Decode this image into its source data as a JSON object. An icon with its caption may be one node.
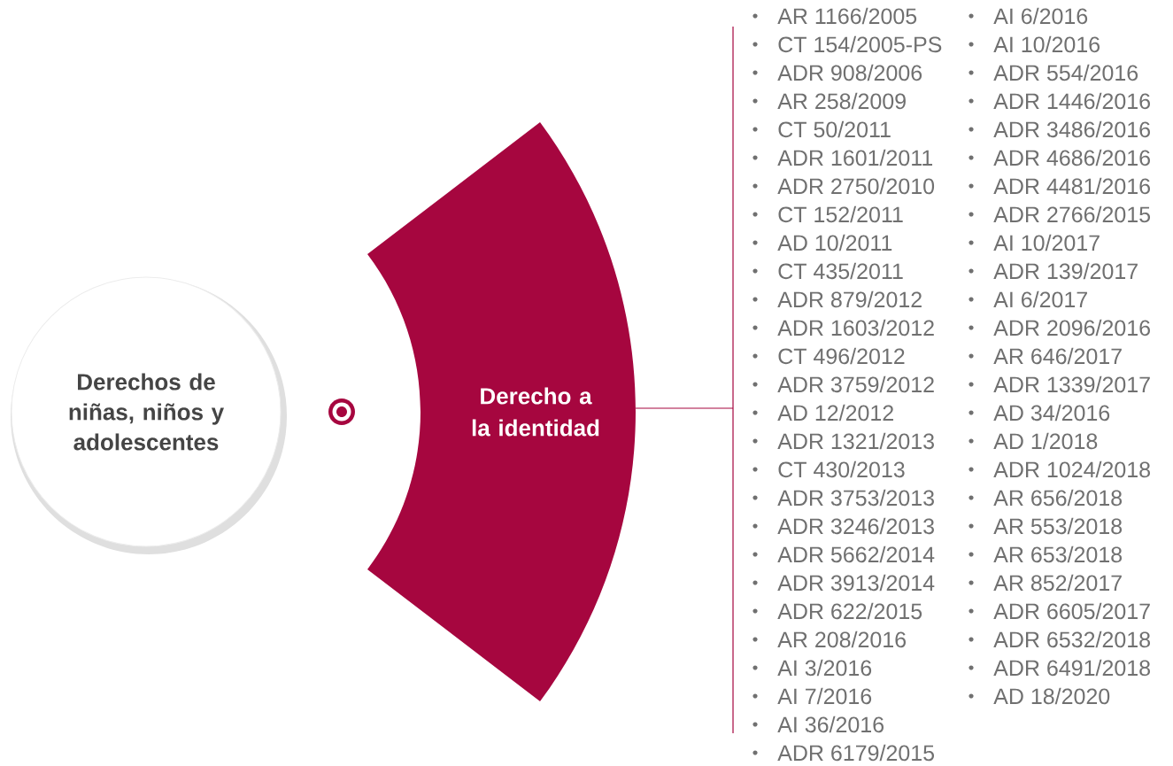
{
  "diagram": {
    "nodes": [
      {
        "text": [
          "Derechos de niñas, niños y adolescentes"
        ]
      },
      {
        "text": [
          "Derecho a la identidad"
        ]
      }
    ],
    "labels": [
      "AR 1166/2005",
      "CT 154/2005-PS",
      "ADR 908/2006",
      "AR 258/2009",
      "CT 50/2011",
      "ADR 1601/2011",
      "ADR 2750/2010",
      "CT 152/2011",
      "AD 10/2011",
      "CT 435/2011",
      "ADR 879/2012",
      "ADR 1603/2012",
      "CT 496/2012",
      "ADR 3759/2012",
      "AD 12/2012",
      "ADR 1321/2013",
      "CT 430/2013",
      "ADR 3753/2013",
      "ADR 3246/2013",
      "ADR 5662/2014",
      "ADR 3913/2014",
      "ADR 622/2015",
      "AR 208/2016",
      "AI 3/2016",
      "AI 7/2016",
      "AI 36/2016",
      "ADR 6179/2015",
      "AI 6/2016",
      "AI 10/2016",
      "ADR 554/2016",
      "ADR 1446/2016",
      "ADR 3486/2016",
      "ADR 4686/2016",
      "ADR 4481/2016",
      "ADR 2766/2015",
      "AI 10/2017",
      "ADR 139/2017",
      "AI 6/2017",
      "ADR 2096/2016",
      "AR 646/2017",
      "ADR 1339/2017",
      "AD 34/2016",
      "AD 1/2018",
      "ADR 1024/2018",
      "AR 656/2018",
      "AR 553/2018",
      "AR 653/2018",
      "AR 852/2017",
      "ADR 6605/2017",
      "ADR 6532/2018",
      "ADR 6491/2018",
      "AD 18/2020"
    ]
  }
}
